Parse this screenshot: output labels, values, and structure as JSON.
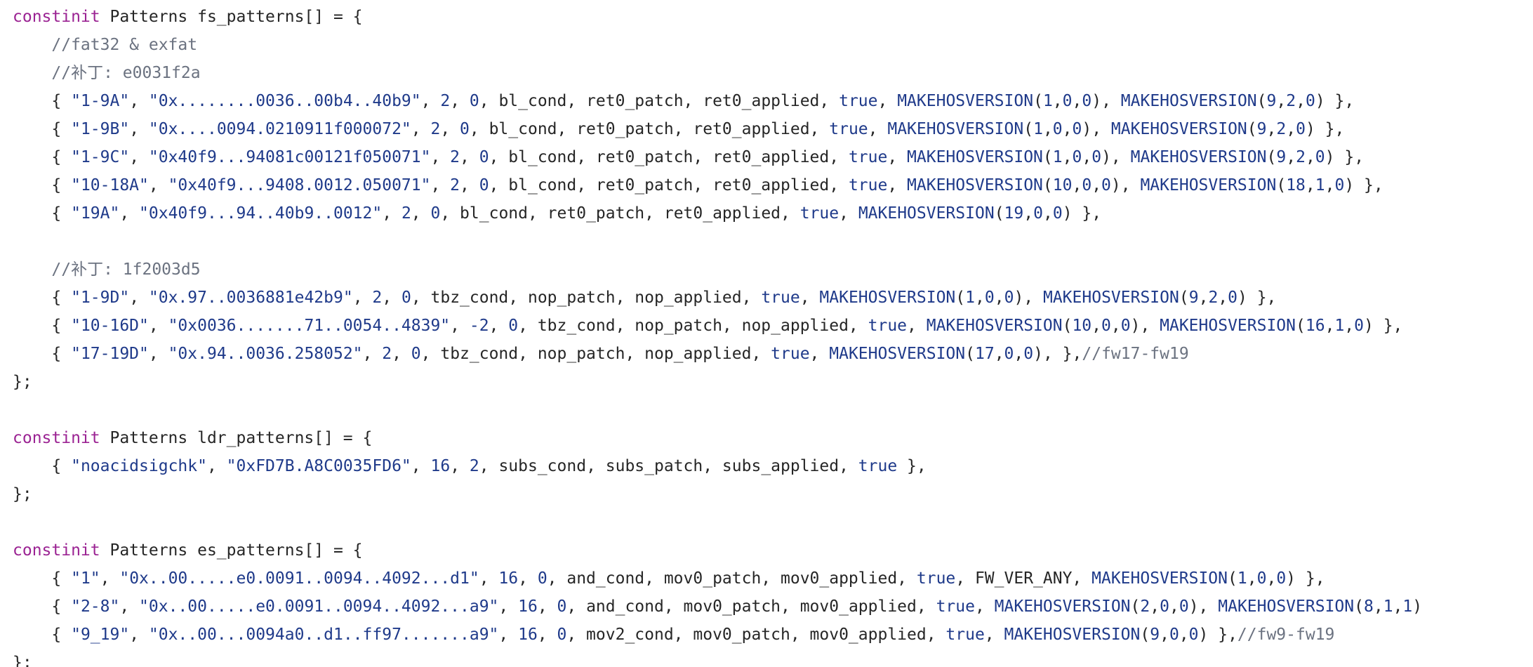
{
  "theme": {
    "background": "#ffffff",
    "keyword": "#9b2393",
    "string": "#1f3a8a",
    "number": "#1f3a8a",
    "literal": "#1f3a8a",
    "function": "#1f3a8a",
    "comment": "#6b7280",
    "text": "#262626"
  },
  "lines": [
    [
      [
        "kw",
        "constinit"
      ],
      [
        "txt",
        " Patterns fs_patterns[] = {"
      ]
    ],
    [
      [
        "cmt",
        "    //fat32 & exfat"
      ]
    ],
    [
      [
        "cmt",
        "    //补丁: e0031f2a"
      ]
    ],
    [
      [
        "txt",
        "    { "
      ],
      [
        "str",
        "\"1-9A\""
      ],
      [
        "txt",
        ", "
      ],
      [
        "str",
        "\"0x........0036..00b4..40b9\""
      ],
      [
        "txt",
        ", "
      ],
      [
        "num",
        "2"
      ],
      [
        "txt",
        ", "
      ],
      [
        "num",
        "0"
      ],
      [
        "txt",
        ", bl_cond, ret0_patch, ret0_applied, "
      ],
      [
        "lit",
        "true"
      ],
      [
        "txt",
        ", "
      ],
      [
        "fn",
        "MAKEHOSVERSION"
      ],
      [
        "txt",
        "("
      ],
      [
        "num",
        "1"
      ],
      [
        "txt",
        ","
      ],
      [
        "num",
        "0"
      ],
      [
        "txt",
        ","
      ],
      [
        "num",
        "0"
      ],
      [
        "txt",
        "), "
      ],
      [
        "fn",
        "MAKEHOSVERSION"
      ],
      [
        "txt",
        "("
      ],
      [
        "num",
        "9"
      ],
      [
        "txt",
        ","
      ],
      [
        "num",
        "2"
      ],
      [
        "txt",
        ","
      ],
      [
        "num",
        "0"
      ],
      [
        "txt",
        ") },"
      ]
    ],
    [
      [
        "txt",
        "    { "
      ],
      [
        "str",
        "\"1-9B\""
      ],
      [
        "txt",
        ", "
      ],
      [
        "str",
        "\"0x....0094.0210911f000072\""
      ],
      [
        "txt",
        ", "
      ],
      [
        "num",
        "2"
      ],
      [
        "txt",
        ", "
      ],
      [
        "num",
        "0"
      ],
      [
        "txt",
        ", bl_cond, ret0_patch, ret0_applied, "
      ],
      [
        "lit",
        "true"
      ],
      [
        "txt",
        ", "
      ],
      [
        "fn",
        "MAKEHOSVERSION"
      ],
      [
        "txt",
        "("
      ],
      [
        "num",
        "1"
      ],
      [
        "txt",
        ","
      ],
      [
        "num",
        "0"
      ],
      [
        "txt",
        ","
      ],
      [
        "num",
        "0"
      ],
      [
        "txt",
        "), "
      ],
      [
        "fn",
        "MAKEHOSVERSION"
      ],
      [
        "txt",
        "("
      ],
      [
        "num",
        "9"
      ],
      [
        "txt",
        ","
      ],
      [
        "num",
        "2"
      ],
      [
        "txt",
        ","
      ],
      [
        "num",
        "0"
      ],
      [
        "txt",
        ") },"
      ]
    ],
    [
      [
        "txt",
        "    { "
      ],
      [
        "str",
        "\"1-9C\""
      ],
      [
        "txt",
        ", "
      ],
      [
        "str",
        "\"0x40f9...94081c00121f050071\""
      ],
      [
        "txt",
        ", "
      ],
      [
        "num",
        "2"
      ],
      [
        "txt",
        ", "
      ],
      [
        "num",
        "0"
      ],
      [
        "txt",
        ", bl_cond, ret0_patch, ret0_applied, "
      ],
      [
        "lit",
        "true"
      ],
      [
        "txt",
        ", "
      ],
      [
        "fn",
        "MAKEHOSVERSION"
      ],
      [
        "txt",
        "("
      ],
      [
        "num",
        "1"
      ],
      [
        "txt",
        ","
      ],
      [
        "num",
        "0"
      ],
      [
        "txt",
        ","
      ],
      [
        "num",
        "0"
      ],
      [
        "txt",
        "), "
      ],
      [
        "fn",
        "MAKEHOSVERSION"
      ],
      [
        "txt",
        "("
      ],
      [
        "num",
        "9"
      ],
      [
        "txt",
        ","
      ],
      [
        "num",
        "2"
      ],
      [
        "txt",
        ","
      ],
      [
        "num",
        "0"
      ],
      [
        "txt",
        ") },"
      ]
    ],
    [
      [
        "txt",
        "    { "
      ],
      [
        "str",
        "\"10-18A\""
      ],
      [
        "txt",
        ", "
      ],
      [
        "str",
        "\"0x40f9...9408.0012.050071\""
      ],
      [
        "txt",
        ", "
      ],
      [
        "num",
        "2"
      ],
      [
        "txt",
        ", "
      ],
      [
        "num",
        "0"
      ],
      [
        "txt",
        ", bl_cond, ret0_patch, ret0_applied, "
      ],
      [
        "lit",
        "true"
      ],
      [
        "txt",
        ", "
      ],
      [
        "fn",
        "MAKEHOSVERSION"
      ],
      [
        "txt",
        "("
      ],
      [
        "num",
        "10"
      ],
      [
        "txt",
        ","
      ],
      [
        "num",
        "0"
      ],
      [
        "txt",
        ","
      ],
      [
        "num",
        "0"
      ],
      [
        "txt",
        "), "
      ],
      [
        "fn",
        "MAKEHOSVERSION"
      ],
      [
        "txt",
        "("
      ],
      [
        "num",
        "18"
      ],
      [
        "txt",
        ","
      ],
      [
        "num",
        "1"
      ],
      [
        "txt",
        ","
      ],
      [
        "num",
        "0"
      ],
      [
        "txt",
        ") },"
      ]
    ],
    [
      [
        "txt",
        "    { "
      ],
      [
        "str",
        "\"19A\""
      ],
      [
        "txt",
        ", "
      ],
      [
        "str",
        "\"0x40f9...94..40b9..0012\""
      ],
      [
        "txt",
        ", "
      ],
      [
        "num",
        "2"
      ],
      [
        "txt",
        ", "
      ],
      [
        "num",
        "0"
      ],
      [
        "txt",
        ", bl_cond, ret0_patch, ret0_applied, "
      ],
      [
        "lit",
        "true"
      ],
      [
        "txt",
        ", "
      ],
      [
        "fn",
        "MAKEHOSVERSION"
      ],
      [
        "txt",
        "("
      ],
      [
        "num",
        "19"
      ],
      [
        "txt",
        ","
      ],
      [
        "num",
        "0"
      ],
      [
        "txt",
        ","
      ],
      [
        "num",
        "0"
      ],
      [
        "txt",
        ") },"
      ]
    ],
    [],
    [
      [
        "cmt",
        "    //补丁: 1f2003d5"
      ]
    ],
    [
      [
        "txt",
        "    { "
      ],
      [
        "str",
        "\"1-9D\""
      ],
      [
        "txt",
        ", "
      ],
      [
        "str",
        "\"0x.97..0036881e42b9\""
      ],
      [
        "txt",
        ", "
      ],
      [
        "num",
        "2"
      ],
      [
        "txt",
        ", "
      ],
      [
        "num",
        "0"
      ],
      [
        "txt",
        ", tbz_cond, nop_patch, nop_applied, "
      ],
      [
        "lit",
        "true"
      ],
      [
        "txt",
        ", "
      ],
      [
        "fn",
        "MAKEHOSVERSION"
      ],
      [
        "txt",
        "("
      ],
      [
        "num",
        "1"
      ],
      [
        "txt",
        ","
      ],
      [
        "num",
        "0"
      ],
      [
        "txt",
        ","
      ],
      [
        "num",
        "0"
      ],
      [
        "txt",
        "), "
      ],
      [
        "fn",
        "MAKEHOSVERSION"
      ],
      [
        "txt",
        "("
      ],
      [
        "num",
        "9"
      ],
      [
        "txt",
        ","
      ],
      [
        "num",
        "2"
      ],
      [
        "txt",
        ","
      ],
      [
        "num",
        "0"
      ],
      [
        "txt",
        ") },"
      ]
    ],
    [
      [
        "txt",
        "    { "
      ],
      [
        "str",
        "\"10-16D\""
      ],
      [
        "txt",
        ", "
      ],
      [
        "str",
        "\"0x0036.......71..0054..4839\""
      ],
      [
        "txt",
        ", "
      ],
      [
        "num",
        "-2"
      ],
      [
        "txt",
        ", "
      ],
      [
        "num",
        "0"
      ],
      [
        "txt",
        ", tbz_cond, nop_patch, nop_applied, "
      ],
      [
        "lit",
        "true"
      ],
      [
        "txt",
        ", "
      ],
      [
        "fn",
        "MAKEHOSVERSION"
      ],
      [
        "txt",
        "("
      ],
      [
        "num",
        "10"
      ],
      [
        "txt",
        ","
      ],
      [
        "num",
        "0"
      ],
      [
        "txt",
        ","
      ],
      [
        "num",
        "0"
      ],
      [
        "txt",
        "), "
      ],
      [
        "fn",
        "MAKEHOSVERSION"
      ],
      [
        "txt",
        "("
      ],
      [
        "num",
        "16"
      ],
      [
        "txt",
        ","
      ],
      [
        "num",
        "1"
      ],
      [
        "txt",
        ","
      ],
      [
        "num",
        "0"
      ],
      [
        "txt",
        ") },"
      ]
    ],
    [
      [
        "txt",
        "    { "
      ],
      [
        "str",
        "\"17-19D\""
      ],
      [
        "txt",
        ", "
      ],
      [
        "str",
        "\"0x.94..0036.258052\""
      ],
      [
        "txt",
        ", "
      ],
      [
        "num",
        "2"
      ],
      [
        "txt",
        ", "
      ],
      [
        "num",
        "0"
      ],
      [
        "txt",
        ", tbz_cond, nop_patch, nop_applied, "
      ],
      [
        "lit",
        "true"
      ],
      [
        "txt",
        ", "
      ],
      [
        "fn",
        "MAKEHOSVERSION"
      ],
      [
        "txt",
        "("
      ],
      [
        "num",
        "17"
      ],
      [
        "txt",
        ","
      ],
      [
        "num",
        "0"
      ],
      [
        "txt",
        ","
      ],
      [
        "num",
        "0"
      ],
      [
        "txt",
        "), },"
      ],
      [
        "cmt",
        "//fw17-fw19"
      ]
    ],
    [
      [
        "txt",
        "};"
      ]
    ],
    [],
    [
      [
        "kw",
        "constinit"
      ],
      [
        "txt",
        " Patterns ldr_patterns[] = {"
      ]
    ],
    [
      [
        "txt",
        "    { "
      ],
      [
        "str",
        "\"noacidsigchk\""
      ],
      [
        "txt",
        ", "
      ],
      [
        "str",
        "\"0xFD7B.A8C0035FD6\""
      ],
      [
        "txt",
        ", "
      ],
      [
        "num",
        "16"
      ],
      [
        "txt",
        ", "
      ],
      [
        "num",
        "2"
      ],
      [
        "txt",
        ", subs_cond, subs_patch, subs_applied, "
      ],
      [
        "lit",
        "true"
      ],
      [
        "txt",
        " },"
      ]
    ],
    [
      [
        "txt",
        "};"
      ]
    ],
    [],
    [
      [
        "kw",
        "constinit"
      ],
      [
        "txt",
        " Patterns es_patterns[] = {"
      ]
    ],
    [
      [
        "txt",
        "    { "
      ],
      [
        "str",
        "\"1\""
      ],
      [
        "txt",
        ", "
      ],
      [
        "str",
        "\"0x..00.....e0.0091..0094..4092...d1\""
      ],
      [
        "txt",
        ", "
      ],
      [
        "num",
        "16"
      ],
      [
        "txt",
        ", "
      ],
      [
        "num",
        "0"
      ],
      [
        "txt",
        ", and_cond, mov0_patch, mov0_applied, "
      ],
      [
        "lit",
        "true"
      ],
      [
        "txt",
        ", FW_VER_ANY, "
      ],
      [
        "fn",
        "MAKEHOSVERSION"
      ],
      [
        "txt",
        "("
      ],
      [
        "num",
        "1"
      ],
      [
        "txt",
        ","
      ],
      [
        "num",
        "0"
      ],
      [
        "txt",
        ","
      ],
      [
        "num",
        "0"
      ],
      [
        "txt",
        ") },"
      ]
    ],
    [
      [
        "txt",
        "    { "
      ],
      [
        "str",
        "\"2-8\""
      ],
      [
        "txt",
        ", "
      ],
      [
        "str",
        "\"0x..00.....e0.0091..0094..4092...a9\""
      ],
      [
        "txt",
        ", "
      ],
      [
        "num",
        "16"
      ],
      [
        "txt",
        ", "
      ],
      [
        "num",
        "0"
      ],
      [
        "txt",
        ", and_cond, mov0_patch, mov0_applied, "
      ],
      [
        "lit",
        "true"
      ],
      [
        "txt",
        ", "
      ],
      [
        "fn",
        "MAKEHOSVERSION"
      ],
      [
        "txt",
        "("
      ],
      [
        "num",
        "2"
      ],
      [
        "txt",
        ","
      ],
      [
        "num",
        "0"
      ],
      [
        "txt",
        ","
      ],
      [
        "num",
        "0"
      ],
      [
        "txt",
        "), "
      ],
      [
        "fn",
        "MAKEHOSVERSION"
      ],
      [
        "txt",
        "("
      ],
      [
        "num",
        "8"
      ],
      [
        "txt",
        ","
      ],
      [
        "num",
        "1"
      ],
      [
        "txt",
        ","
      ],
      [
        "num",
        "1"
      ],
      [
        "txt",
        ")"
      ]
    ],
    [
      [
        "txt",
        "    { "
      ],
      [
        "str",
        "\"9_19\""
      ],
      [
        "txt",
        ", "
      ],
      [
        "str",
        "\"0x..00...0094a0..d1..ff97.......a9\""
      ],
      [
        "txt",
        ", "
      ],
      [
        "num",
        "16"
      ],
      [
        "txt",
        ", "
      ],
      [
        "num",
        "0"
      ],
      [
        "txt",
        ", mov2_cond, mov0_patch, mov0_applied, "
      ],
      [
        "lit",
        "true"
      ],
      [
        "txt",
        ", "
      ],
      [
        "fn",
        "MAKEHOSVERSION"
      ],
      [
        "txt",
        "("
      ],
      [
        "num",
        "9"
      ],
      [
        "txt",
        ","
      ],
      [
        "num",
        "0"
      ],
      [
        "txt",
        ","
      ],
      [
        "num",
        "0"
      ],
      [
        "txt",
        ") },"
      ],
      [
        "cmt",
        "//fw9-fw19"
      ]
    ],
    [
      [
        "txt",
        "};"
      ]
    ]
  ]
}
